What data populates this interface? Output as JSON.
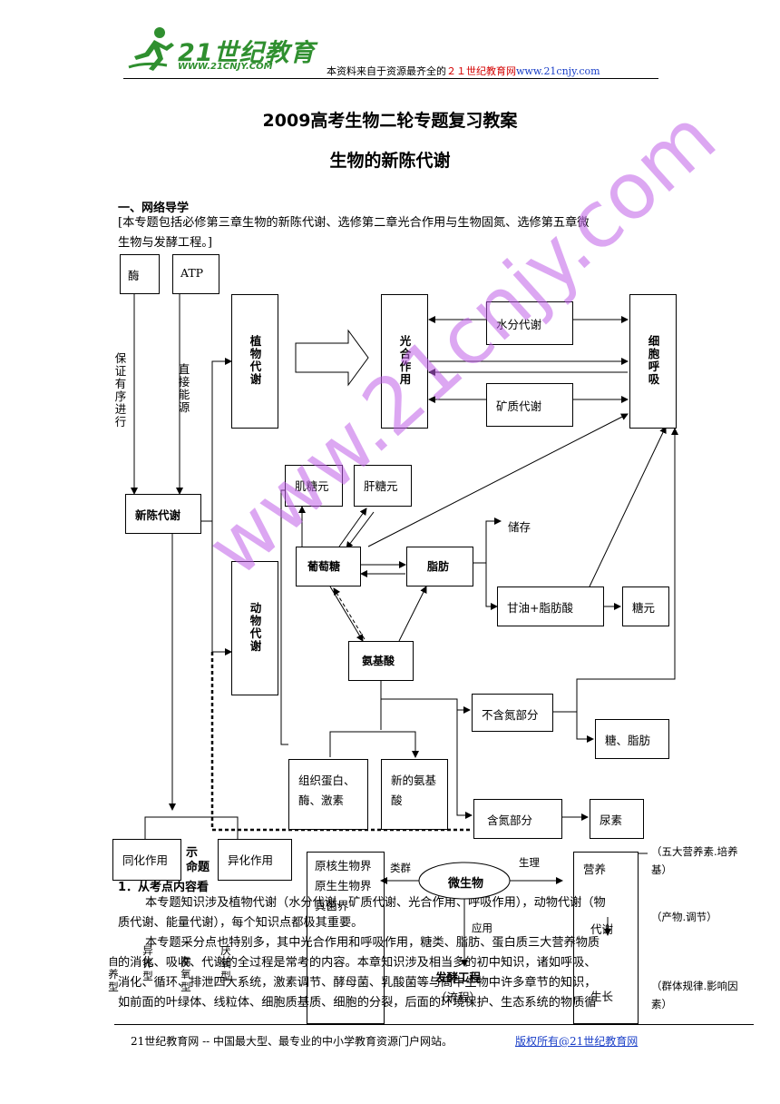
{
  "header": {
    "logo_text": "21世纪教育",
    "logo_url": "WWW.21CNJY.COM",
    "note_prefix": "本资料来自于资源最齐全的",
    "note_brand": "２１世纪教育网",
    "note_url": "www.21cnjy.com"
  },
  "titles": {
    "main": "2009高考生物二轮专题复习教案",
    "sub": "生物的新陈代谢"
  },
  "section1": {
    "heading": "一、网络导学",
    "intro_line1": "[本专题包括必修第三章生物的新陈代谢、选修第二章光合作用与生物固氮、选修第五章微",
    "intro_line2": "生物与发酵工程。]"
  },
  "diagram": {
    "enzyme": "酶",
    "atp": "ATP",
    "ensure_order": "保证有序进行",
    "direct_energy": "直接能源",
    "new_metabolism": "新陈代谢",
    "plant_metabolism": "植物代谢",
    "photosynthesis": "光合作用",
    "water_metabolism": "水分代谢",
    "mineral_metabolism": "矿质代谢",
    "cell_respiration": "细胞呼吸",
    "muscle_glycogen": "肌糖元",
    "liver_glycogen": "肝糖元",
    "storage": "储存",
    "glucose": "葡萄糖",
    "fat": "脂肪",
    "glycerol_fatty_acid": "甘油+脂肪酸",
    "glycogen": "糖元",
    "animal_metabolism": "动物代谢",
    "amino_acid": "氨基酸",
    "non_nitrogen": "不含氮部分",
    "sugar_fat": "糖、脂肪",
    "tissue_protein": "组织蛋白、酶、激素",
    "new_amino_acid": "新的氨基酸",
    "nitrogen_part": "含氮部分",
    "urea": "尿素",
    "assimilation": "同化作用",
    "dissimilation": "异化作用",
    "prokaryote": "原核生物界",
    "protist": "原生生物界",
    "fungi": "真菌界",
    "category": "类群",
    "microbe": "微生物",
    "physiology": "生理",
    "application": "应用",
    "nutrition": "营养",
    "metabolism": "代谢",
    "five_nutrients": "（五大营养素.培养基）",
    "product_regulation": "（产物.调节）",
    "fermentation": "发酵工程",
    "process": "（流程）",
    "group_pattern": "（群体规律.影响因素）",
    "growth": "生长",
    "autotrophic": "自养型",
    "heterotrophic": "异养型",
    "aerobic": "需氧型",
    "anaerobic": "厌氧型"
  },
  "section2": {
    "heading_partial": "示",
    "heading_partial2": "命题",
    "point1": "1．从考点内容看",
    "p1": "本专题知识涉及植物代谢（水分代谢、矿质代谢、光合作用、呼吸作用），动物代谢（物",
    "p2": "质代谢、能量代谢），每个知识点都极其重要。",
    "p3": "本专题采分点也特别多，其中光合作用和呼吸作用，糖类、脂肪、蛋白质三大营养物质",
    "p4": "的消化、吸收、代谢的全过程是常考的内容。本章知识涉及相当多的初中知识，诸如呼吸、",
    "p5": "消化、循环、排泄四大系统，激素调节、酵母菌、乳酸菌等与高中生物中许多章节的知识，",
    "p6": "如前面的叶绿体、线粒体、细胞质基质、细胞的分裂，后面的环境保护、生态系统的物质循"
  },
  "footer": {
    "left": "21世纪教育网 -- 中国最大型、最专业的中小学教育资源门户网站。",
    "right": "版权所有@21世纪教育网"
  },
  "watermark": "www.21cnjy.com"
}
